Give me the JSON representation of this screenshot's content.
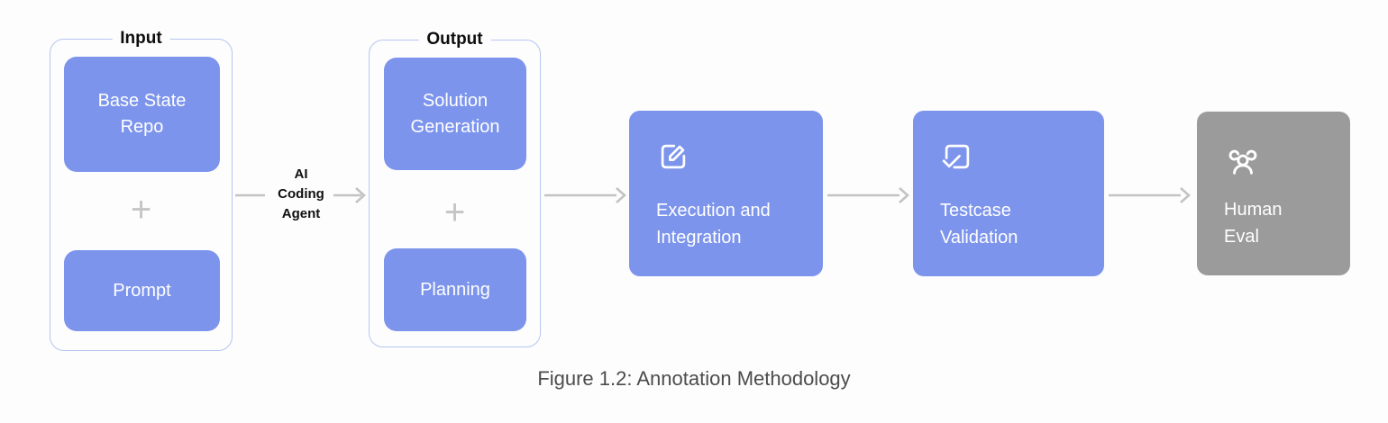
{
  "colors": {
    "background": "#fdfdfd",
    "stage_blue": "#7c94ec",
    "stage_gray": "#9b9b9b",
    "group_border": "#b5c6f2",
    "arrow_gray": "#c3c3c3",
    "plus_gray": "#c5c5c5",
    "title_dark": "#0d0d0d",
    "caption_gray": "#4c4c4c",
    "node_text": "#ffffff"
  },
  "input_group": {
    "title": "Input",
    "plus": "+",
    "boxes": [
      {
        "label": "Base State Repo"
      },
      {
        "label": "Prompt"
      }
    ]
  },
  "agent_connector": {
    "lines": [
      "AI",
      "Coding",
      "Agent"
    ]
  },
  "output_group": {
    "title": "Output",
    "plus": "+",
    "boxes": [
      {
        "label": "Solution Generation"
      },
      {
        "label": "Planning"
      }
    ]
  },
  "stages": [
    {
      "label": "Execution and Integration",
      "icon": "edit-square-icon"
    },
    {
      "label": "Testcase Validation",
      "icon": "checkbox-check-icon"
    },
    {
      "label": "Human Eval",
      "icon": "people-group-icon"
    }
  ],
  "caption": "Figure 1.2: Annotation Methodology"
}
